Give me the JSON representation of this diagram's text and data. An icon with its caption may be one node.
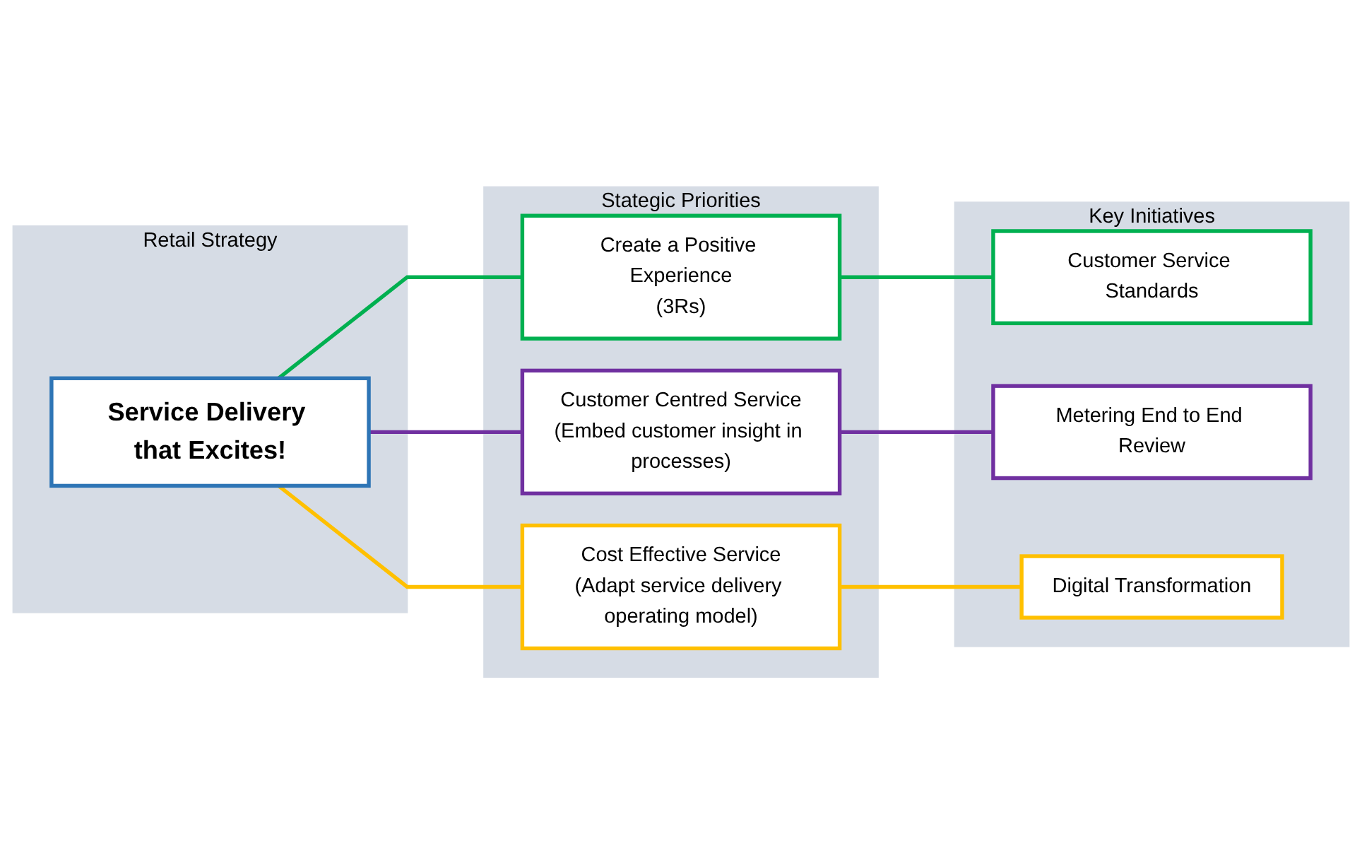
{
  "diagram": {
    "nodes": [
      {
        "text": [
          "Retail Strategy"
        ]
      },
      {
        "text": [
          "Service Delivery that Excites!"
        ],
        "in": 0
      },
      {
        "text": [
          "Stategic Priorities"
        ]
      },
      {
        "text": [
          "Create a Positive Experience",
          "(3Rs)"
        ],
        "in": 2
      },
      {
        "text": [
          "Customer Centred Service",
          "(Embed customer insight in processes)"
        ],
        "in": 2
      },
      {
        "text": [
          "Cost Effective Service",
          "(Adapt service delivery operating model)"
        ],
        "in": 2
      },
      {
        "text": [
          "Key Initiatives"
        ]
      },
      {
        "text": [
          "Customer Service Standards"
        ],
        "in": 6
      },
      {
        "text": [
          "Metering End to End Review"
        ],
        "in": 6
      },
      {
        "text": [
          "Digital Transformation"
        ],
        "in": 6
      }
    ],
    "edges": [
      {
        "from": 1,
        "to": 3,
        "arrow": "none",
        "color": "#00b050"
      },
      {
        "from": 1,
        "to": 4,
        "arrow": "none",
        "color": "#7030a0"
      },
      {
        "from": 1,
        "to": 5,
        "arrow": "none",
        "color": "#ffc000"
      },
      {
        "from": 3,
        "to": 7,
        "arrow": "none",
        "color": "#00b050"
      },
      {
        "from": 4,
        "to": 8,
        "arrow": "none",
        "color": "#7030a0"
      },
      {
        "from": 5,
        "to": 9,
        "arrow": "none",
        "color": "#ffc000"
      }
    ]
  }
}
